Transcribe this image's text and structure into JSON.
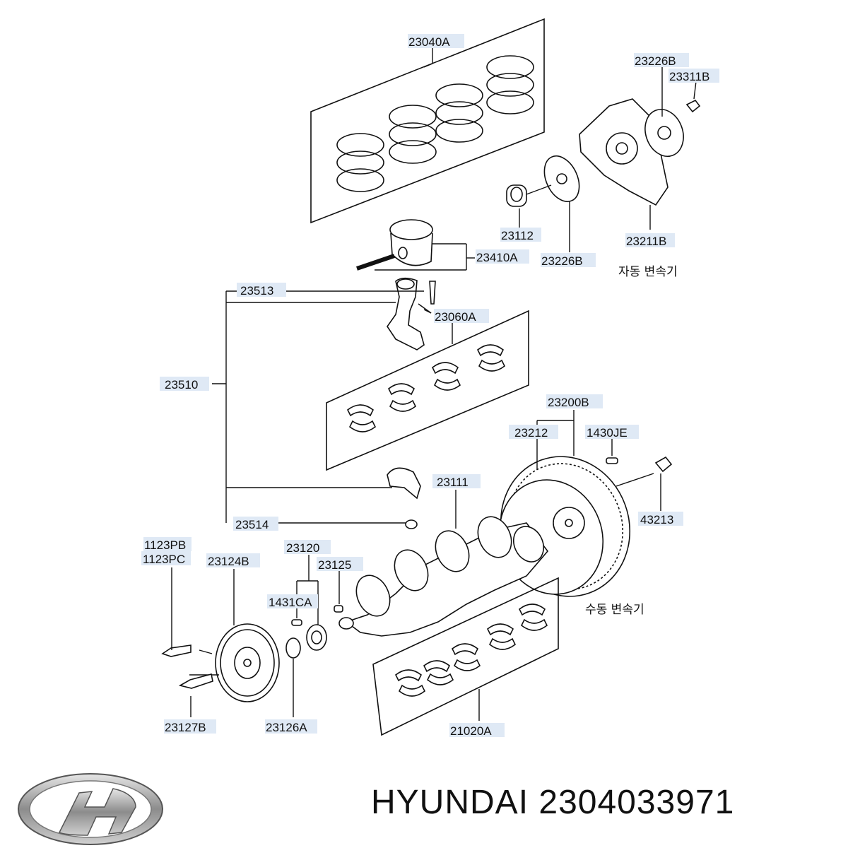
{
  "diagram": {
    "part_labels": {
      "p23040A": "23040A",
      "p23226B_top": "23226B",
      "p23311B": "23311B",
      "p23112": "23112",
      "p23226B_mid": "23226B",
      "p23211B": "23211B",
      "p23410A": "23410A",
      "p23513": "23513",
      "p23060A": "23060A",
      "p23510": "23510",
      "p23200B": "23200B",
      "p23212": "23212",
      "p1430JE": "1430JE",
      "p23111": "23111",
      "p43213": "43213",
      "p23514": "23514",
      "p1123PB": "1123PB",
      "p1123PC": "1123PC",
      "p23124B": "23124B",
      "p23120": "23120",
      "p23125": "23125",
      "p1431CA": "1431CA",
      "p23127B": "23127B",
      "p23126A": "23126A",
      "p21020A": "21020A"
    },
    "notes": {
      "automatic_transmission": "자동 변속기",
      "manual_transmission": "수동 변속기"
    }
  },
  "footer": {
    "brand": "HYUNDAI",
    "part_number": "2304033971",
    "caption": "HYUNDAI 2304033971"
  }
}
